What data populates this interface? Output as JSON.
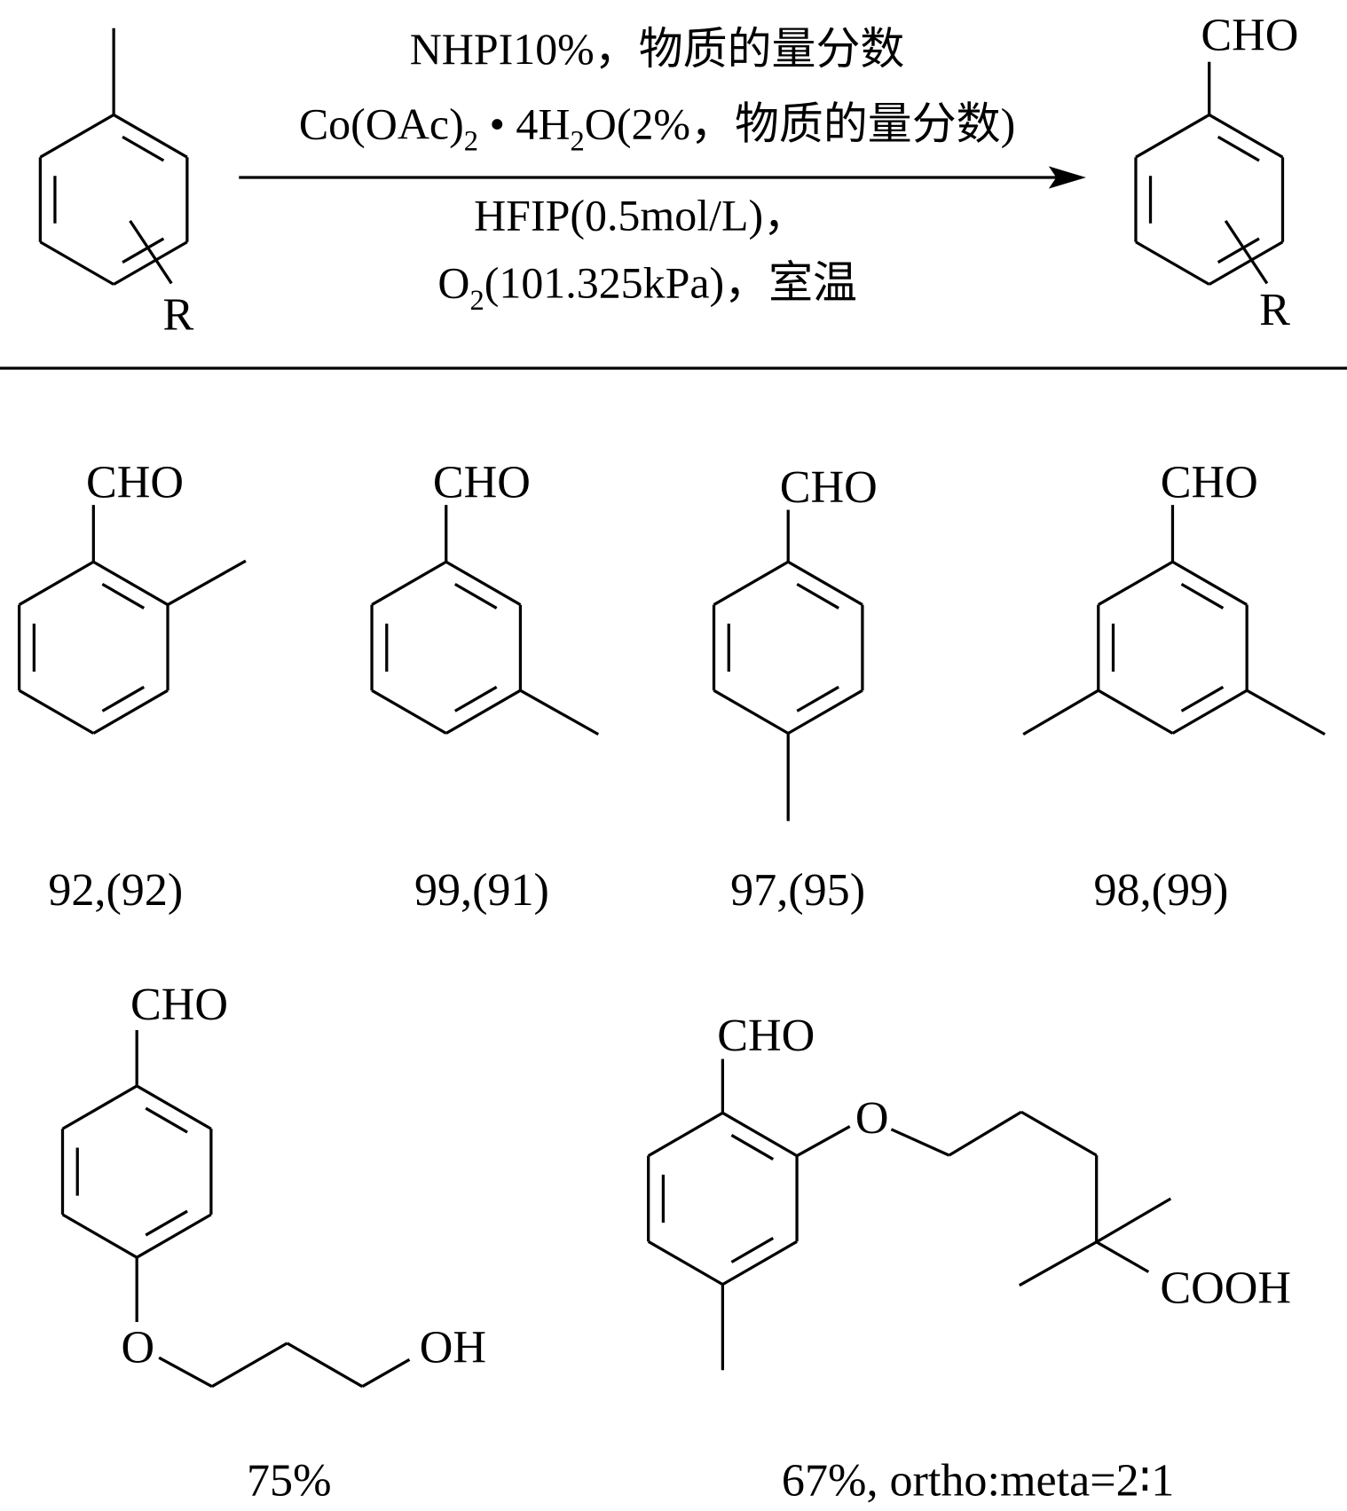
{
  "reaction": {
    "condition_line1": "NHPI10%，物质的量分数",
    "condition_line2": {
      "p1": "Co(OAc)",
      "s1": "2",
      "p2": " • 4H",
      "s2": "2",
      "p3": "O(2%，物质的量分数)"
    },
    "condition_line3": "HFIP(0.5mol/L)，",
    "condition_line4": {
      "p1": "O",
      "s1": "2",
      "p2": "(101.325kPa)，室温"
    },
    "reactant_substituent": "R",
    "product_group": "CHO",
    "product_substituent": "R"
  },
  "products": [
    {
      "group": "CHO",
      "yield": "92,(92)"
    },
    {
      "group": "CHO",
      "yield": "99,(91)"
    },
    {
      "group": "CHO",
      "yield": "97,(95)"
    },
    {
      "group": "CHO",
      "yield": "98,(99)"
    },
    {
      "group": "CHO",
      "ether_o": "O",
      "terminal": "OH",
      "yield": "75%"
    },
    {
      "group": "CHO",
      "ether_o": "O",
      "terminal": "COOH",
      "yield": "67%, ortho:meta=2∶1"
    }
  ]
}
